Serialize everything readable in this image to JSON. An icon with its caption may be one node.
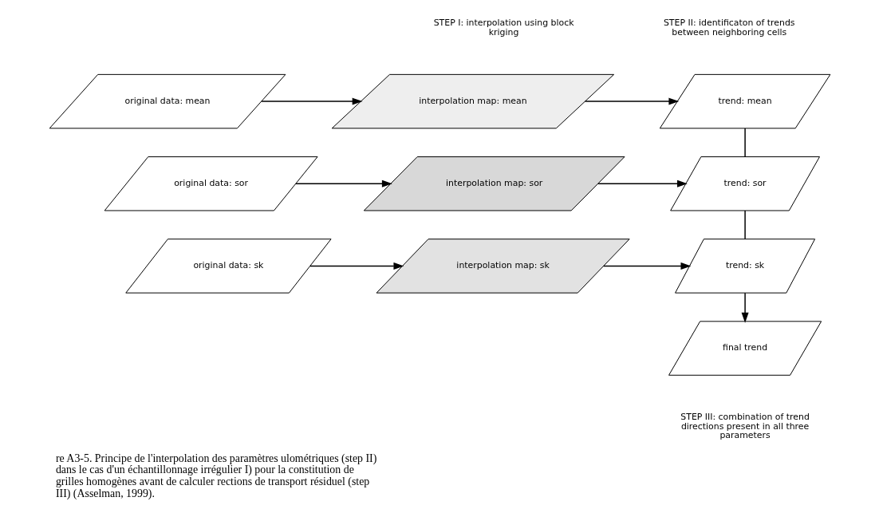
{
  "diagram": {
    "caption": "re A3-5. Principe de l'interpolation des paramètres ulométriques (step II) dans le cas d'un échantillonnage irrégulier I) pour la constitution de grilles homogènes avant de calculer rections de transport résiduel (step III) (Asselman, 1999).",
    "nodes": [
      {
        "text": [
          "original data: mean"
        ]
      },
      {
        "text": [
          "interpolation map: mean"
        ]
      },
      {
        "text": [
          "trend: mean"
        ]
      },
      {
        "text": [
          "original data: sor"
        ]
      },
      {
        "text": [
          "interpolation map: sor"
        ]
      },
      {
        "text": [
          "trend: sor"
        ]
      },
      {
        "text": [
          "original data: sk"
        ]
      },
      {
        "text": [
          "interpolation map: sk"
        ]
      },
      {
        "text": [
          "trend: sk"
        ]
      },
      {
        "text": [
          "final trend"
        ]
      }
    ],
    "edges": [
      {
        "from": 0,
        "to": 1,
        "arrow": "to"
      },
      {
        "from": 1,
        "to": 2,
        "arrow": "to"
      },
      {
        "from": 3,
        "to": 4,
        "arrow": "to"
      },
      {
        "from": 4,
        "to": 5,
        "arrow": "to"
      },
      {
        "from": 6,
        "to": 7,
        "arrow": "to"
      },
      {
        "from": 7,
        "to": 8,
        "arrow": "to"
      },
      {
        "from": 2,
        "to": 5,
        "arrow": "none"
      },
      {
        "from": 5,
        "to": 8,
        "arrow": "none"
      },
      {
        "from": 8,
        "to": 9,
        "arrow": "to"
      }
    ],
    "labels": [
      "STEP I: interpolation using block kriging",
      "STEP II: identificaton of trends between neighboring cells",
      "STEP III: combination of trend directions present in all three parameters"
    ]
  }
}
